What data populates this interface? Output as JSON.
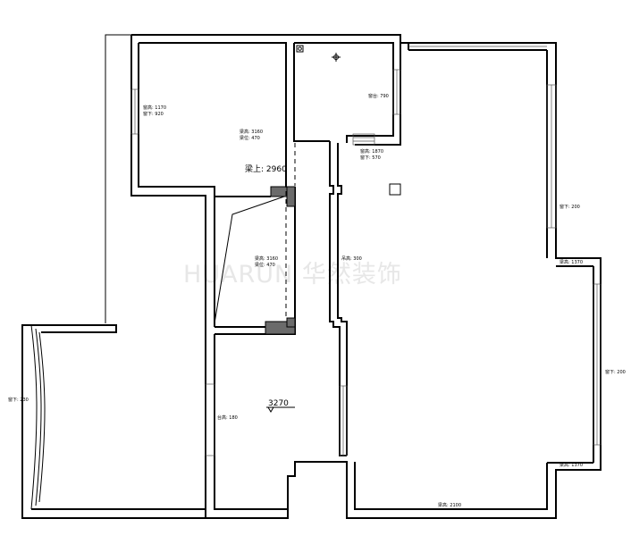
{
  "watermark": "HUARUN 华然装饰",
  "beam_label": "梁上: 2960",
  "level_label": "3270",
  "room_labels": {
    "bedroom_window_high": "窗高: 1170",
    "bedroom_window_low": "窗下: 920",
    "bedroom_beam_high": "梁高: 3160",
    "bedroom_beam_pos": "梁位: 470",
    "bath_window": "窗台: 790",
    "bath_sill_high": "窗高: 1870",
    "bath_sill_low": "窗下: 570",
    "closet_beam_high": "梁高: 3160",
    "closet_beam_pos": "梁位: 470",
    "corridor_height": "吊高: 300",
    "living_right_window": "窗下: 200",
    "living_right_window2": "窗下: 200",
    "living_high_1": "梁高: 1370",
    "living_high_2": "梁高: 1370",
    "living_bottom": "梁高: 2100",
    "kitchen_height": "台高: 180",
    "balcony_window": "窗下: 230"
  }
}
